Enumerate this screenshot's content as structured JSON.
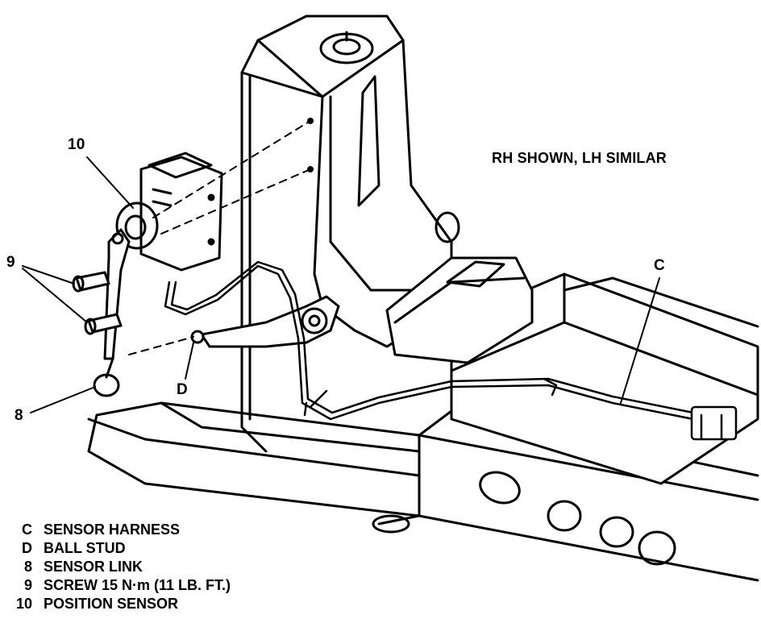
{
  "diagram": {
    "note": "RH SHOWN, LH SIMILAR",
    "callouts": {
      "c": "C",
      "d": "D",
      "eight": "8",
      "nine": "9",
      "ten": "10"
    },
    "legend": [
      {
        "key": "C",
        "label": "SENSOR HARNESS"
      },
      {
        "key": "D",
        "label": "BALL STUD"
      },
      {
        "key": "8",
        "label": "SENSOR LINK"
      },
      {
        "key": "9",
        "label": "SCREW 15 N·m (11 LB. FT.)"
      },
      {
        "key": "10",
        "label": "POSITION SENSOR"
      }
    ],
    "colors": {
      "line": "#000000",
      "background": "#ffffff"
    }
  }
}
